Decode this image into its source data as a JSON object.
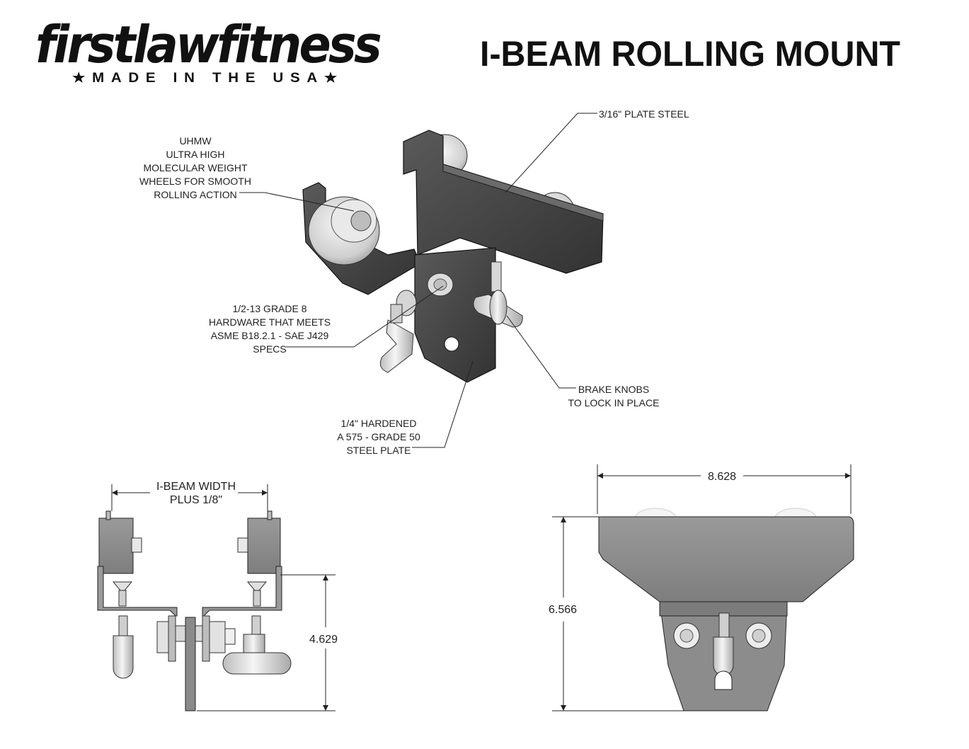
{
  "brand": {
    "logo_text": "firstlawfitness",
    "tagline": "★MADE IN THE USA★"
  },
  "title": "I-BEAM ROLLING MOUNT",
  "callouts": {
    "plate_steel": [
      "3/16\" PLATE STEEL"
    ],
    "uhmw": [
      "UHMW",
      "ULTRA HIGH",
      "MOLECULAR WEIGHT",
      "WHEELS FOR SMOOTH",
      "ROLLING ACTION"
    ],
    "hardware": [
      "1/2-13 GRADE 8",
      "HARDWARE THAT MEETS",
      "ASME B18.2.1 - SAE J429",
      "SPECS"
    ],
    "brake": [
      "BRAKE KNOBS",
      "TO LOCK IN PLACE"
    ],
    "hardened": [
      "1/4\" HARDENED",
      "A 575 - GRADE 50",
      "STEEL PLATE"
    ]
  },
  "dimensions": {
    "ibeam_width": [
      "I-BEAM WIDTH",
      "PLUS 1/8\""
    ],
    "side_height": "4.629",
    "front_width": "8.628",
    "front_height": "6.566"
  },
  "colors": {
    "steel": "#4a4a4a",
    "steel_light": "#8c8c8c",
    "metal": "#e6e6e6",
    "ink": "#111111"
  }
}
